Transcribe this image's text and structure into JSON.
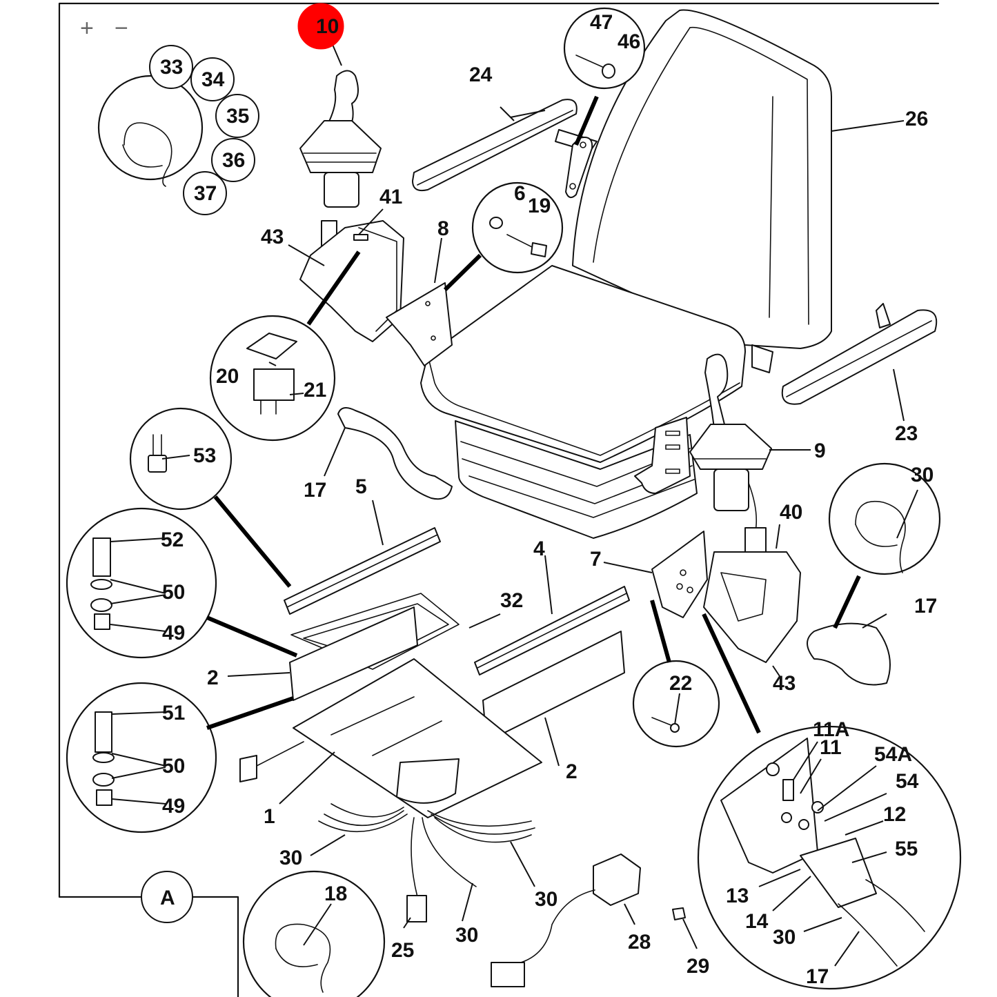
{
  "zoom": {
    "in_label": "+",
    "out_label": "−"
  },
  "highlight_color": "#ff0000",
  "callouts": {
    "c10": "10",
    "c33": "33",
    "c34": "34",
    "c35": "35",
    "c36": "36",
    "c37": "37",
    "c24": "24",
    "c47": "47",
    "c46": "46",
    "c26": "26",
    "c41": "41",
    "c43a": "43",
    "c8": "8",
    "c6": "6",
    "c19": "19",
    "c20": "20",
    "c21": "21",
    "c17a": "17",
    "c53": "53",
    "c5": "5",
    "c52": "52",
    "c50a": "50",
    "c49a": "49",
    "c32": "32",
    "c4": "4",
    "c7": "7",
    "c9": "9",
    "c23": "23",
    "c30a": "30",
    "c40": "40",
    "c17b": "17",
    "c43b": "43",
    "c22": "22",
    "c2a": "2",
    "c51": "51",
    "c50b": "50",
    "c49b": "49",
    "c2b": "2",
    "c1": "1",
    "c11a": "11A",
    "c11": "11",
    "c54a": "54A",
    "c54": "54",
    "c12": "12",
    "c55": "55",
    "c13": "13",
    "c14": "14",
    "c30b": "30",
    "c17c": "17",
    "c30c": "30",
    "c30d": "30",
    "c30e": "30",
    "c18": "18",
    "c25": "25",
    "c28": "28",
    "c29": "29",
    "cA": "A"
  }
}
